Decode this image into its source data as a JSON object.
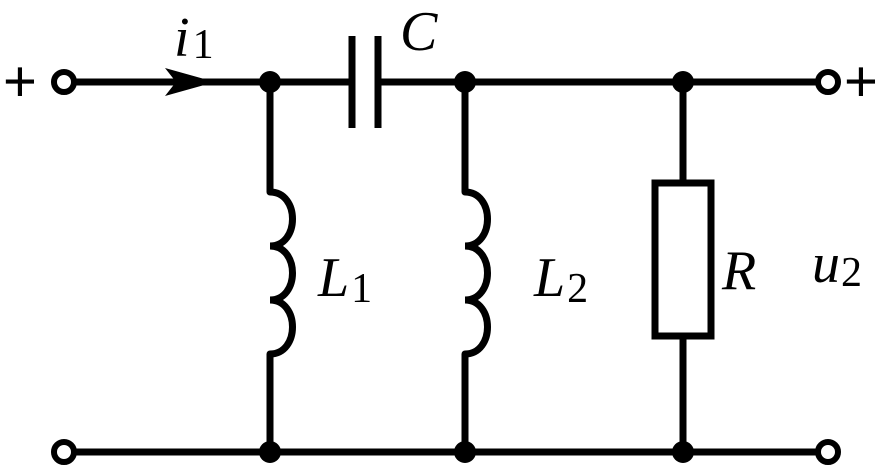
{
  "labels": {
    "current": {
      "main": "i",
      "sub": "1"
    },
    "capacitor": {
      "main": "C"
    },
    "inductor1": {
      "main": "L",
      "sub": "1"
    },
    "inductor2": {
      "main": "L",
      "sub": "2"
    },
    "resistor": {
      "main": "R"
    },
    "output_voltage": {
      "main": "u",
      "sub": "2"
    }
  },
  "polarity": {
    "left_plus": "+",
    "right_plus": "+"
  },
  "colors": {
    "ink": "#000000",
    "background": "#ffffff"
  }
}
